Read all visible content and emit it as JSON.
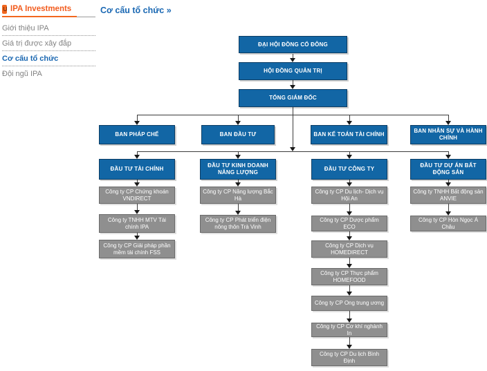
{
  "sidebar": {
    "brand": "IPA Investments",
    "items": [
      {
        "label": "Giới thiệu IPA"
      },
      {
        "label": "Giá trị được xây đắp"
      },
      {
        "label": "Cơ cấu tổ chức",
        "active": true
      },
      {
        "label": "Đội ngũ IPA"
      }
    ]
  },
  "header": {
    "title": "Cơ cấu tổ chức »"
  },
  "org": {
    "top": [
      "ĐẠI HỘI ĐỒNG CỔ ĐÔNG",
      "HỘI ĐỒNG QUẢN TRỊ",
      "TỔNG GIÁM ĐỐC"
    ],
    "departments": [
      "BAN PHÁP CHẾ",
      "BAN ĐẦU TƯ",
      "BAN KẾ TOÁN TÀI CHÍNH",
      "BAN NHÂN SỰ VÀ HÀNH CHÍNH"
    ],
    "divisions": [
      "ĐẦU TƯ TÀI CHÍNH",
      "ĐẦU TƯ KINH DOANH NĂNG LƯỢNG",
      "ĐẦU TƯ CÔNG TY",
      "ĐẦU TƯ DỰ ÁN BẤT ĐỘNG SẢN"
    ],
    "companies": {
      "finance": [
        "Công ty CP Chứng khoán VNDIRECT",
        "Công ty TNHH MTV Tài chính IPA",
        "Công ty CP Giải pháp phần mềm tài chính FSS"
      ],
      "energy": [
        "Công ty CP Năng lượng Bắc Hà",
        "Công ty CP Phát triển điện nông thôn Trà Vinh"
      ],
      "company": [
        "Công ty CP Du lịch- Dịch vụ Hội An",
        "Công ty CP Dược phẩm ECO",
        "Công ty CP Dịch vụ HOMEDIRECT",
        "Công ty CP Thực phẩm HOMEFOOD",
        "Công ty CP Ong trung ương",
        "Công ty CP Cơ khí nghành In",
        "Công ty CP Du lịch Bình Định"
      ],
      "realestate": [
        "Công ty TNHH Bất động sản ANVIE",
        "Công ty CP Hòn Ngọc Á Châu"
      ]
    }
  },
  "colors": {
    "node_blue": "#1266a5",
    "node_gray": "#8f8f8f",
    "accent_orange": "#f2671f",
    "link_blue": "#1a67b1"
  }
}
